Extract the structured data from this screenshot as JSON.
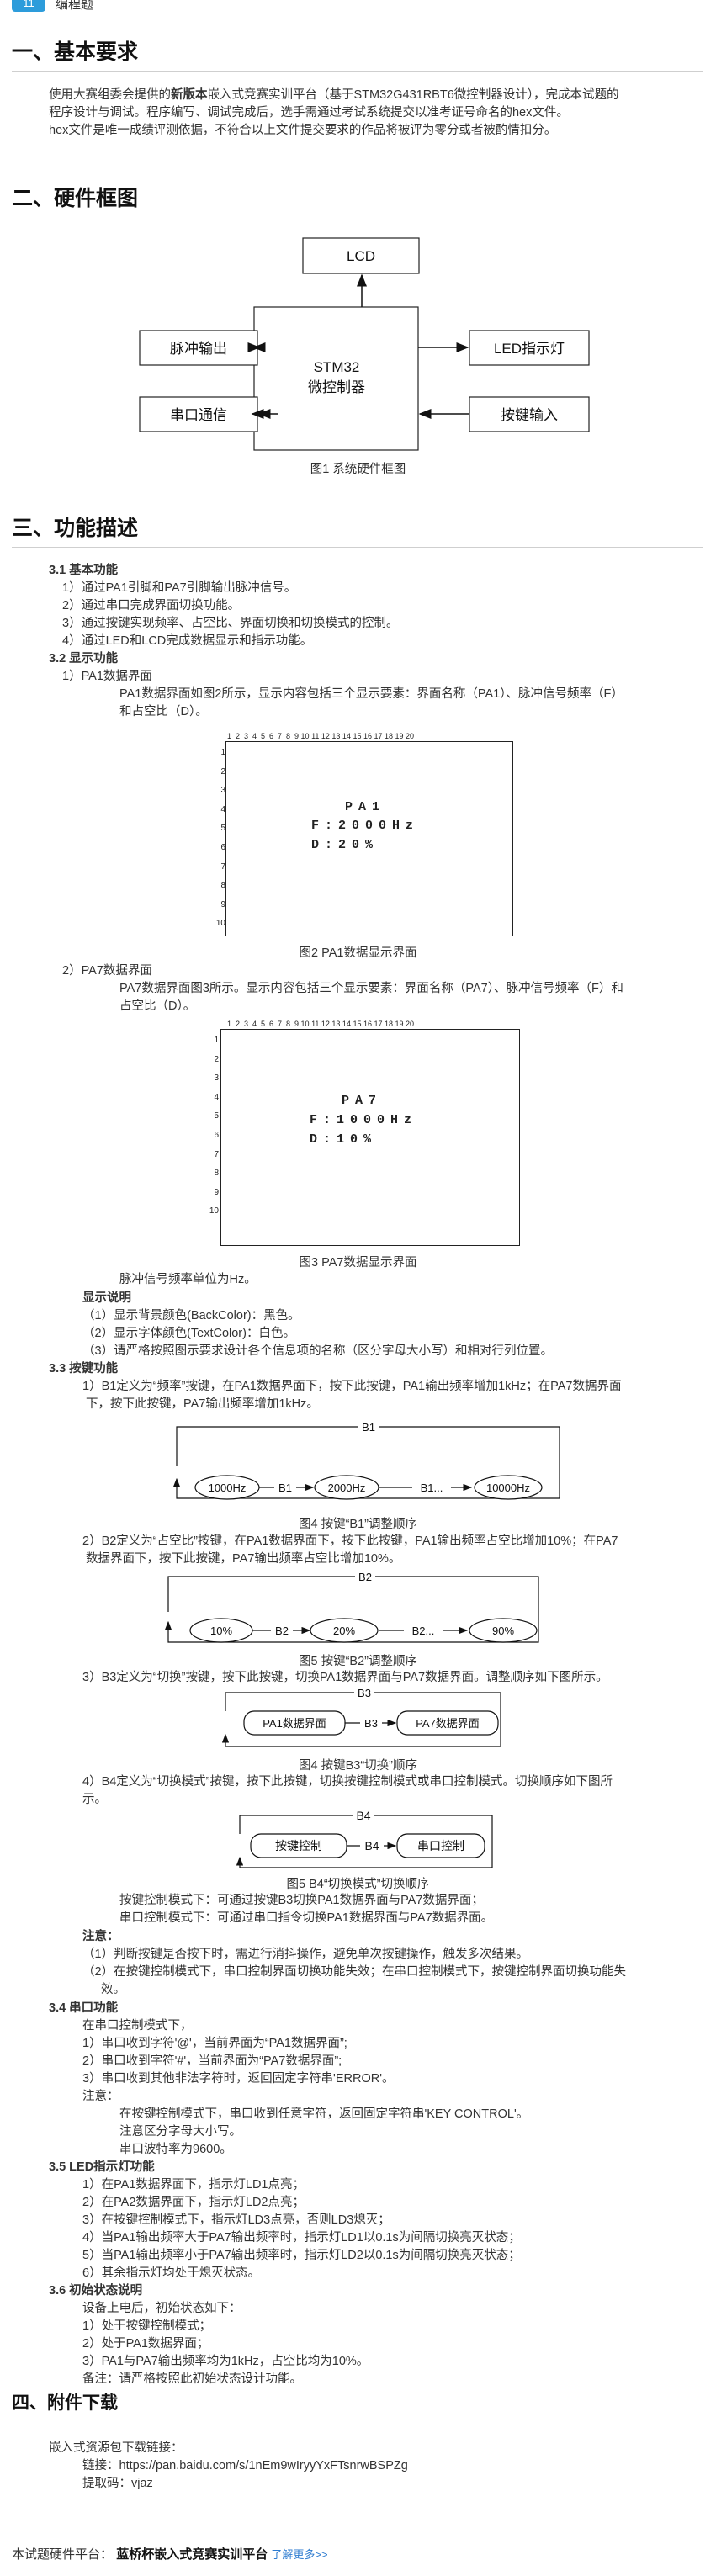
{
  "top_tag": {
    "num": "11",
    "label": "编程题"
  },
  "s1": {
    "title": "一、基本要求",
    "p1a": "使用大赛组委会提供的",
    "p1b": "新版本",
    "p1c": "嵌入式竞赛实训平台（基于STM32G431RBT6微控制器设计），完成本试题的",
    "p2": "程序设计与调试。程序编写、调试完成后，选手需通过考试系统提交以准考证号命名的hex文件。",
    "p3": "hex文件是唯一成绩评测依据，不符合以上文件提交要求的作品将被评为零分或者被酌情扣分。"
  },
  "s2": {
    "title": "二、硬件框图",
    "lcd": "LCD",
    "mcu1": "STM32",
    "mcu2": "微控制器",
    "pulse": "脉冲输出",
    "led": "LED指示灯",
    "uart": "串口通信",
    "key": "按键输入",
    "caption": "图1 系统硬件框图"
  },
  "s3": {
    "title": "三、功能描述",
    "h31": "3.1 基本功能",
    "l31": [
      "1）通过PA1引脚和PA7引脚输出脉冲信号。",
      "2）通过串口完成界面切换功能。",
      "3）通过按键实现频率、占空比、界面切换和切换模式的控制。",
      "4）通过LED和LCD完成数据显示和指示功能。"
    ],
    "h32": "3.2 显示功能",
    "pa1_title": "1）PA1数据界面",
    "pa1_desc1": "PA1数据界面如图2所示，显示内容包括三个显示要素：界面名称（PA1）、脉冲信号频率（F）",
    "pa1_desc2": "和占空比（D）。",
    "screen1": [
      "PA1",
      "F:2000Hz",
      "D:20%"
    ],
    "caption2": "图2 PA1数据显示界面",
    "pa7_title": "2）PA7数据界面",
    "pa7_desc1": "PA7数据界面图3所示。显示内容包括三个显示要素：界面名称（PA7）、脉冲信号频率（F）和",
    "pa7_desc2": "占空比（D）。",
    "screen2": [
      "PA7",
      "F:1000Hz",
      "D:10%"
    ],
    "caption3": "图3 PA7数据显示界面",
    "freq_unit": "脉冲信号频率单位为Hz。",
    "disp_note_title": "显示说明",
    "disp_notes": [
      "（1）显示背景颜色(BackColor)：黑色。",
      "（2）显示字体颜色(TextColor)：白色。",
      "（3）请严格按照图示要求设计各个信息项的名称（区分字母大小写）和相对行列位置。"
    ],
    "h33": "3.3 按键功能",
    "b1_1": "1）B1定义为“频率”按键，在PA1数据界面下，按下此按键，PA1输出频率增加1kHz；在PA7数据界面",
    "b1_2": "下，按下此按键，PA7输出频率增加1kHz。",
    "fig4": {
      "loop": "B1",
      "n1": "1000Hz",
      "a1": "B1",
      "n2": "2000Hz",
      "a2": "B1...",
      "n3": "10000Hz"
    },
    "caption4": "图4 按键“B1”调整顺序",
    "b2_1": "2）B2定义为“占空比”按键，在PA1数据界面下，按下此按键，PA1输出频率占空比增加10%；在PA7",
    "b2_2": "数据界面下，按下此按键，PA7输出频率占空比增加10%。",
    "fig5": {
      "loop": "B2",
      "n1": "10%",
      "a1": "B2",
      "n2": "20%",
      "a2": "B2...",
      "n3": "90%"
    },
    "caption5": "图5 按键“B2”调整顺序",
    "b3": "3）B3定义为“切换”按键，按下此按键，切换PA1数据界面与PA7数据界面。调整顺序如下图所示。",
    "fig6": {
      "loop": "B3",
      "n1": "PA1数据界面",
      "a1": "B3",
      "n2": "PA7数据界面"
    },
    "caption6": "图4 按键B3“切换”顺序",
    "b4_1": "4）B4定义为“切换模式”按键，按下此按键，切换按键控制模式或串口控制模式。切换顺序如下图所",
    "b4_2": "示。",
    "fig7": {
      "loop": "B4",
      "n1": "按键控制",
      "a1": "B4",
      "n2": "串口控制"
    },
    "caption7": "图5 B4“切换模式”切换顺序",
    "mode_note1": "按键控制模式下：可通过按键B3切换PA1数据界面与PA7数据界面；",
    "mode_note2": "串口控制模式下：可通过串口指令切换PA1数据界面与PA7数据界面。",
    "note_title": "注意：",
    "notes": [
      "（1）判断按键是否按下时，需进行消抖操作，避免单次按键操作，触发多次结果。",
      "（2）在按键控制模式下，串口控制界面切换功能失效；在串口控制模式下，按键控制界面切换功能失",
      "效。"
    ],
    "h34": "3.4 串口功能",
    "uart_lines": [
      "在串口控制模式下，",
      "1）串口收到字符'@'，当前界面为“PA1数据界面”;",
      "2）串口收到字符'#'，当前界面为“PA7数据界面”;",
      "3）串口收到其他非法字符时，返回固定字符串'ERROR'。",
      "注意："
    ],
    "uart_notes": [
      "在按键控制模式下，串口收到任意字符，返回固定字符串'KEY CONTROL'。",
      "注意区分字母大小写。",
      "串口波特率为9600。"
    ],
    "h35": "3.5 LED指示灯功能",
    "led_lines": [
      "1）在PA1数据界面下，指示灯LD1点亮；",
      "2）在PA2数据界面下，指示灯LD2点亮；",
      "3）在按键控制模式下，指示灯LD3点亮，否则LD3熄灭；",
      "4）当PA1输出频率大于PA7输出频率时，指示灯LD1以0.1s为间隔切换亮灭状态；",
      "5）当PA1输出频率小于PA7输出频率时，指示灯LD2以0.1s为间隔切换亮灭状态；",
      "6）其余指示灯均处于熄灭状态。"
    ],
    "h36": "3.6 初始状态说明",
    "init_lines": [
      "设备上电后，初始状态如下：",
      "1）处于按键控制模式；",
      "2）处于PA1数据界面；",
      "3）PA1与PA7输出频率均为1kHz，占空比均为10%。",
      "备注：请严格按照此初始状态设计功能。"
    ]
  },
  "s4": {
    "title": "四、附件下载",
    "l1": "嵌入式资源包下载链接：",
    "l2": "链接：https://pan.baidu.com/s/1nEm9wIryyYxFTsnrwBSPZg",
    "l3": "提取码：vjaz"
  },
  "footer": {
    "prefix": "本试题硬件平台：",
    "platform": "蓝桥杯嵌入式竞赛实训平台",
    "more": "了解更多>>"
  }
}
